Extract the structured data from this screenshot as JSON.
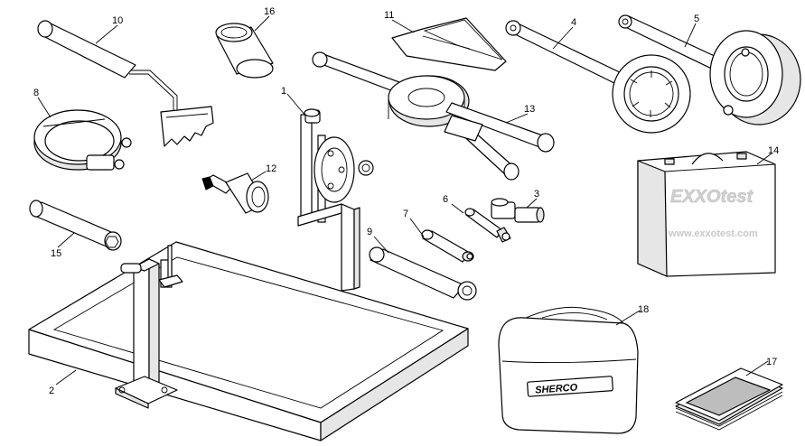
{
  "callouts": {
    "c1": "1",
    "c2": "2",
    "c3": "3",
    "c4": "4",
    "c5": "5",
    "c6": "6",
    "c7": "7",
    "c8": "8",
    "c9": "9",
    "c10": "10",
    "c11": "11",
    "c12": "12",
    "c13": "13",
    "c14": "14",
    "c15": "15",
    "c16": "16",
    "c17": "17",
    "c18": "18"
  },
  "case": {
    "logo": "EXXOtest",
    "url": "www.exxotest.com"
  },
  "bag": {
    "logo": "SHERCO"
  }
}
